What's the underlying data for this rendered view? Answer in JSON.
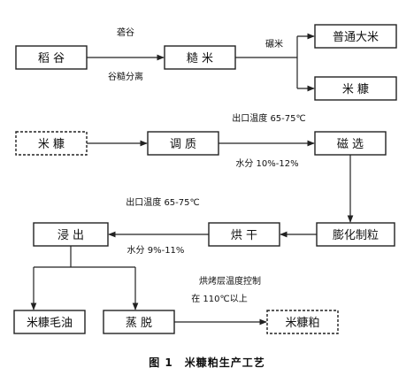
{
  "nodes": {
    "paddy": "稻 谷",
    "brown_rice": "糙 米",
    "ordinary_rice": "普通大米",
    "rice_bran_top": "米 糠",
    "rice_bran_start": "米 糠",
    "conditioning": "调 质",
    "magnetic": "磁 选",
    "extrusion": "膨化制粒",
    "drying": "烘 干",
    "leaching": "浸 出",
    "crude_oil": "米糠毛油",
    "desolventizing": "蒸 脱",
    "bran_meal": "米糠粕"
  },
  "labels": {
    "hulling": "砻谷",
    "separation": "谷糙分离",
    "milling": "碾米",
    "outlet_temp_1": "出口温度 65-75℃",
    "moisture_1": "水分 10%-12%",
    "outlet_temp_2": "出口温度 65-75℃",
    "moisture_2": "水分 9%-11%",
    "layer_temp_1": "烘烤层温度控制",
    "layer_temp_2": "在 110℃以上"
  },
  "caption": "图 1　米糠粕生产工艺"
}
